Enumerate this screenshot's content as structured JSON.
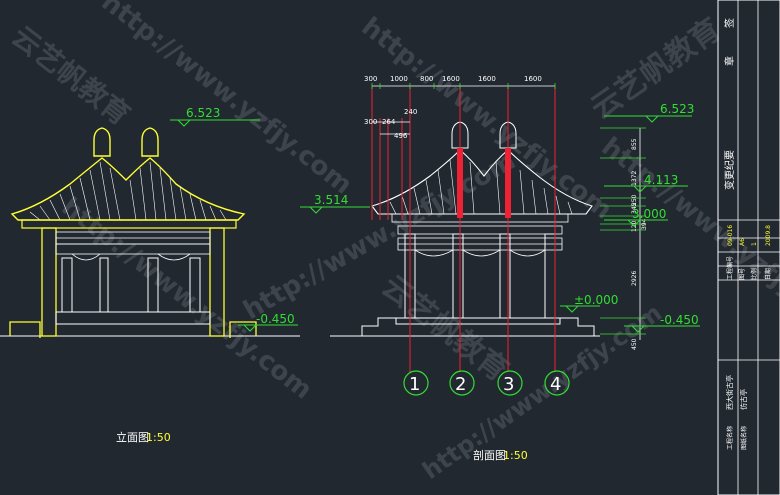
{
  "drawing": {
    "elevation": {
      "title": "立面图",
      "scale": "1:50",
      "levels": [
        "6.523",
        "-0.450"
      ]
    },
    "section": {
      "title": "剖面图",
      "scale": "1:50",
      "dims_top": [
        "300",
        "1000",
        "800",
        "1600",
        "1600",
        "1600"
      ],
      "dims_second": [
        "240",
        "300",
        "264",
        "496"
      ],
      "dims_right": [
        "855",
        "1372",
        "345",
        "250",
        "120",
        "394",
        "2926",
        "450"
      ],
      "levels": [
        "6.523",
        "4.113",
        "3.514",
        "3.000",
        "±0.000",
        "-0.450"
      ],
      "axes": [
        "1",
        "2",
        "3",
        "4"
      ]
    },
    "title_block": {
      "approve": "签",
      "chop": "章",
      "changes": "变更纪要",
      "info_labels": [
        "工程编号",
        "图号",
        "比例",
        "日期"
      ],
      "info_values": [
        "09-016",
        "A6",
        "1",
        "2009.8"
      ],
      "project_label": "工程名称",
      "project_name": "西大街古亭",
      "drawing_label": "图纸名称",
      "drawing_name": "仿古亭"
    },
    "watermark": {
      "text_cn": "云艺帆教育",
      "text_url": "http://www.yzfjy.com"
    },
    "colors": {
      "background": "#212830",
      "outline_yellow": "#ffff33",
      "dimension_green": "#33dd33",
      "axis_red": "#ee2233",
      "linework_white": "#ffffff"
    }
  }
}
